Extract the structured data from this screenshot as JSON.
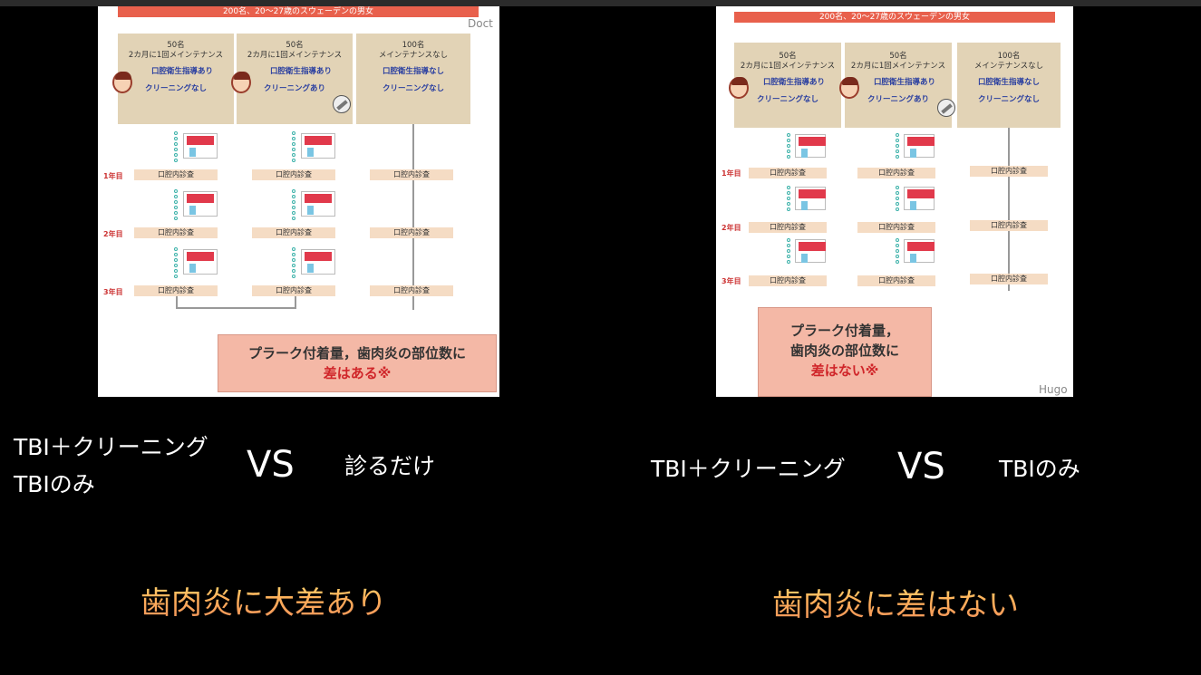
{
  "left": {
    "header": "200名、20〜27歳のスウェーデンの男女",
    "groups": [
      {
        "count": "50名",
        "frequency": "2カ月に1回メインテナンス",
        "tbi": "口腔衛生指導あり",
        "cleaning": "クリーニングなし"
      },
      {
        "count": "50名",
        "frequency": "2カ月に1回メインテナンス",
        "tbi": "口腔衛生指導あり",
        "cleaning": "クリーニングあり"
      },
      {
        "count": "100名",
        "frequency": "メインテナンスなし",
        "tbi": "口腔衛生指導なし",
        "cleaning": "クリーニングなし"
      }
    ],
    "years": [
      "1年目",
      "2年目",
      "3年目"
    ],
    "exam_label": "口腔内診査",
    "result_line1": "プラーク付着量，歯肉炎の部位数に",
    "result_line2": "差はある※",
    "watermark": "Doct"
  },
  "right": {
    "header": "200名、20〜27歳のスウェーデンの男女",
    "groups": [
      {
        "count": "50名",
        "frequency": "2カ月に1回メインテナンス",
        "tbi": "口腔衛生指導あり",
        "cleaning": "クリーニングなし"
      },
      {
        "count": "50名",
        "frequency": "2カ月に1回メインテナンス",
        "tbi": "口腔衛生指導あり",
        "cleaning": "クリーニングあり"
      },
      {
        "count": "100名",
        "frequency": "メインテナンスなし",
        "tbi": "口腔衛生指導なし",
        "cleaning": "クリーニングなし"
      }
    ],
    "years": [
      "1年目",
      "2年目",
      "3年目"
    ],
    "exam_label": "口腔内診査",
    "result_line1": "プラーク付着量，",
    "result_line2": "歯肉炎の部位数に",
    "result_line3": "差はない※",
    "watermark": "Hugo"
  },
  "compare_left": {
    "a_line1": "TBI＋クリーニング",
    "a_line2": "TBIのみ",
    "vs": "VS",
    "b": "診るだけ",
    "conclusion": "歯肉炎に大差あり"
  },
  "compare_right": {
    "a": "TBI＋クリーニング",
    "vs": "VS",
    "b": "TBIのみ",
    "conclusion": "歯肉炎に差はない"
  }
}
